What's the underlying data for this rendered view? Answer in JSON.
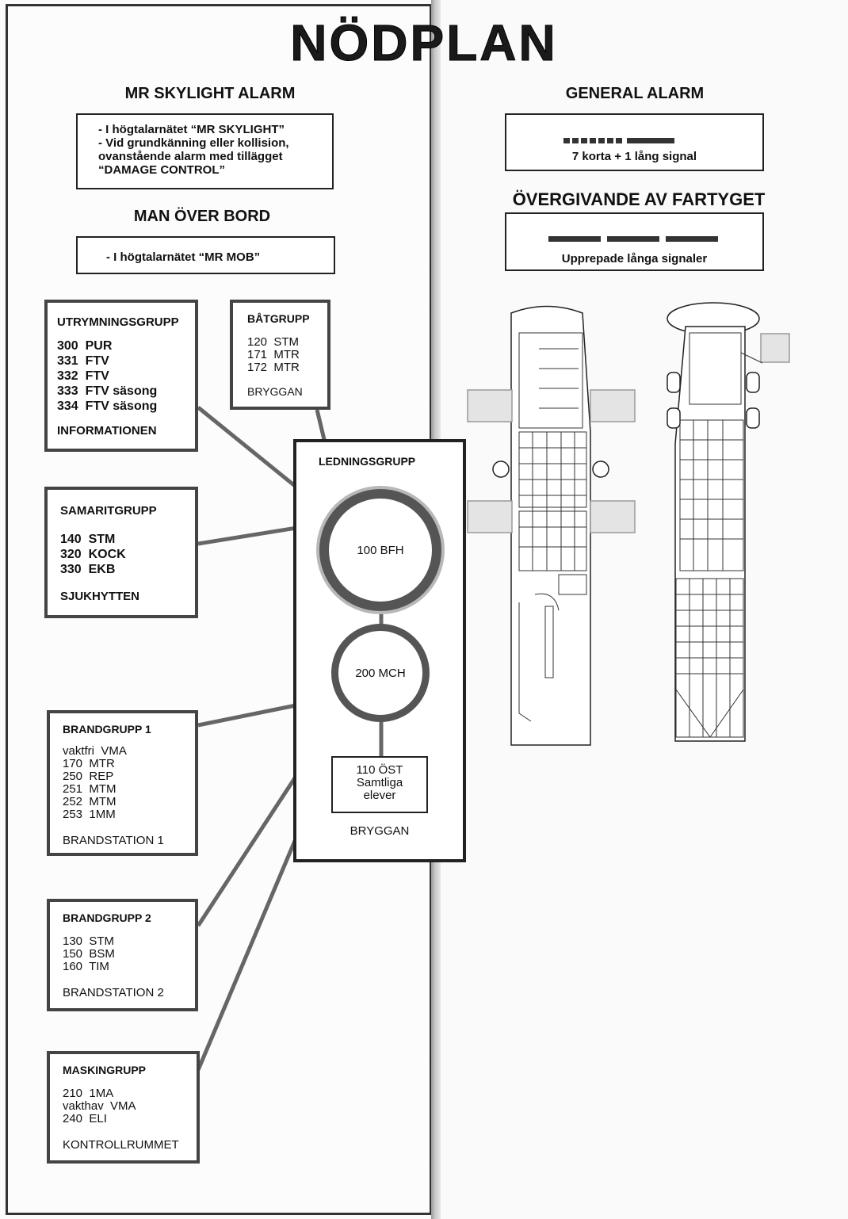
{
  "title": "NÖDPLAN",
  "mr_skylight": {
    "heading": "MR SKYLIGHT ALARM",
    "lines": [
      "- I högtalarnätet “MR SKYLIGHT”",
      "- Vid grundkänning eller kollision,",
      "ovanstående alarm med tillägget",
      "“DAMAGE CONTROL”"
    ]
  },
  "man_over_board": {
    "heading": "MAN ÖVER BORD",
    "line": "- I högtalarnätet “MR MOB”"
  },
  "general_alarm": {
    "heading": "GENERAL ALARM",
    "caption": "7 korta + 1 lång signal"
  },
  "abandon_ship": {
    "heading": "ÖVERGIVANDE AV FARTYGET",
    "caption": "Upprepade långa signaler"
  },
  "utrymningsgrupp": {
    "title": "UTRYMNINGSGRUPP",
    "members": [
      "300  PUR",
      "331  FTV",
      "332  FTV",
      "333  FTV säsong",
      "334  FTV säsong"
    ],
    "location": "INFORMATIONEN"
  },
  "batgrupp": {
    "title": "BÅTGRUPP",
    "members": [
      "120  STM",
      "171  MTR",
      "172  MTR"
    ],
    "location": "BRYGGAN"
  },
  "samaritgrupp": {
    "title": "SAMARITGRUPP",
    "members": [
      "140  STM",
      "320  KOCK",
      "330  EKB"
    ],
    "location": "SJUKHYTTEN"
  },
  "ledningsgrupp": {
    "title": "LEDNINGSGRUPP",
    "circle1": "100  BFH",
    "circle2": "200  MCH",
    "sub_lines": [
      "110 ÖST",
      "Samtliga",
      "elever"
    ],
    "location": "BRYGGAN"
  },
  "brandgrupp1": {
    "title": "BRANDGRUPP 1",
    "members": [
      "vaktfri  VMA",
      "170  MTR",
      "250  REP",
      "251  MTM",
      "252  MTM",
      "253  1MM"
    ],
    "location": "BRANDSTATION 1"
  },
  "brandgrupp2": {
    "title": "BRANDGRUPP 2",
    "members": [
      "130  STM",
      "150  BSM",
      "160  TIM"
    ],
    "location": "BRANDSTATION 2"
  },
  "maskingrupp": {
    "title": "MASKINGRUPP",
    "members": [
      "210  1MA",
      "vakthav  VMA",
      "240  ELI"
    ],
    "location": "KONTROLLRUMMET"
  }
}
